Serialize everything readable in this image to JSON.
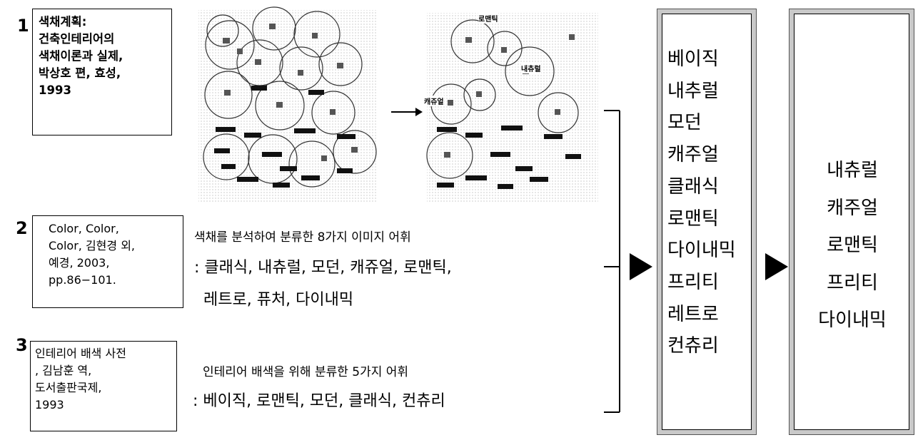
{
  "sources": [
    {
      "number": "1",
      "text": "색채계획:\n건축인테리어의\n색채이론과 실제,\n박상호 편, 효성,\n1993"
    },
    {
      "number": "2",
      "text": "Color, Color,\nColor, 김현경 외,\n예경, 2003,\npp.86−101."
    },
    {
      "number": "3",
      "text": "인테리어 배색 사전\n, 김남훈 역,\n도서출판국제,\n1993"
    }
  ],
  "row2": {
    "description": "색채를 분석하여 분류한 8가지 이미지 어휘",
    "words_line1": ": 클래식, 내츄럴, 모던, 캐쥬얼, 로맨틱,",
    "words_line2": "레트로, 퓨처, 다이내믹"
  },
  "row3": {
    "description": "인테리어 배색을 위해 분류한 5가지 어휘",
    "words": ": 베이직, 로맨틱, 모던, 클래식, 컨츄리"
  },
  "image_labels": [
    "로맨틱",
    "내츄럴",
    "캐쥬얼"
  ],
  "combined_list": [
    "베이직",
    "내추럴",
    "모던",
    "캐주얼",
    "클래식",
    "로맨틱",
    "다이내믹",
    "프리티",
    "레트로",
    "컨츄리"
  ],
  "final_list": [
    "내츄럴",
    "캐주얼",
    "로맨틱",
    "프리티",
    "다이내믹"
  ]
}
